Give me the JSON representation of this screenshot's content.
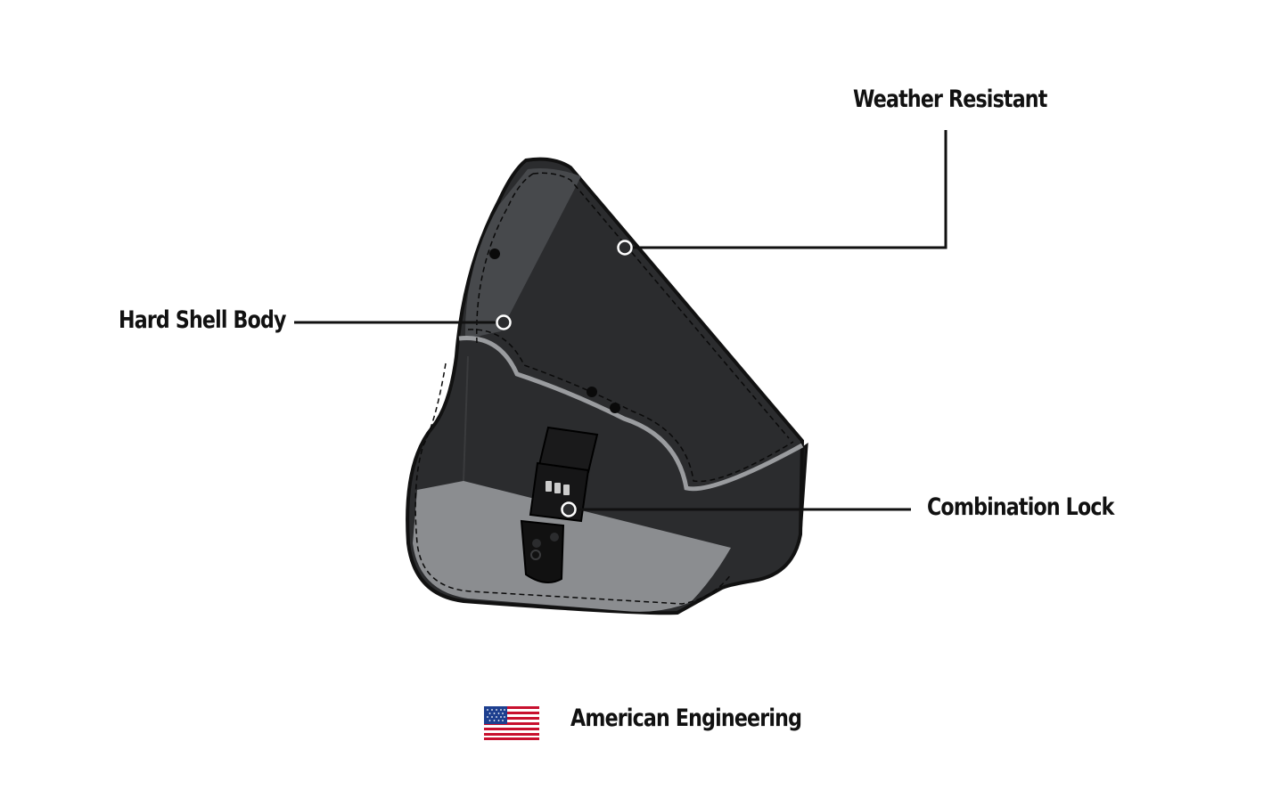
{
  "callouts": {
    "weather_resistant": "Weather Resistant",
    "hard_shell_body": "Hard Shell Body",
    "combination_lock": "Combination Lock"
  },
  "footer": {
    "text": "American Engineering",
    "flag_icon": "us-flag-icon"
  },
  "colors": {
    "bag_body": "#2b2c2e",
    "bag_lid_highlight": "#46484b",
    "bag_bottom_panel": "#8b8d90",
    "bag_outline": "#111111",
    "piping": "#9a9c9f",
    "flag_red": "#c8102e",
    "flag_blue": "#1d3f8f"
  }
}
